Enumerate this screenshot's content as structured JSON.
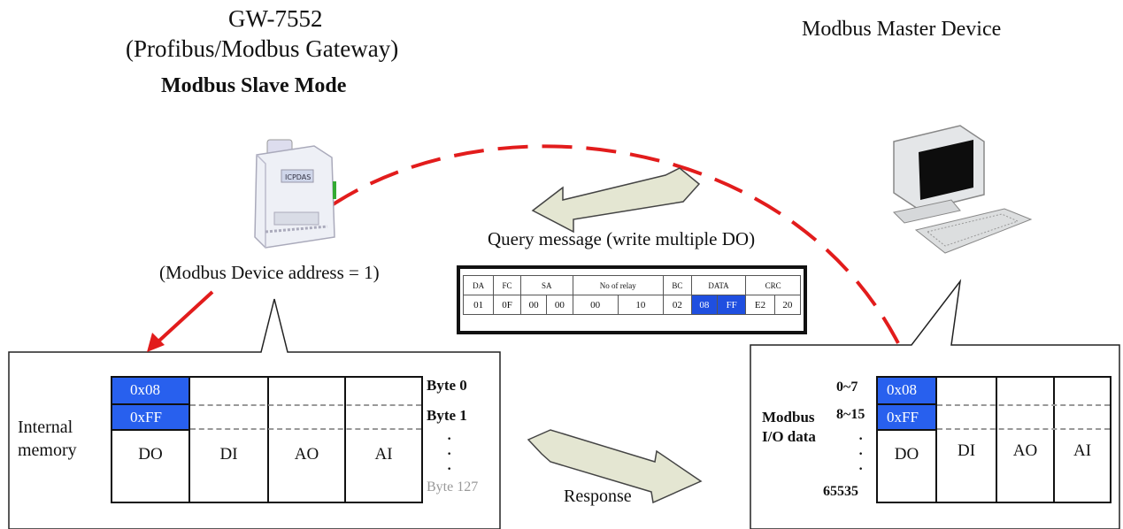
{
  "gateway": {
    "model": "GW-7552",
    "subtitle": "(Profibus/Modbus Gateway)",
    "mode": "Modbus Slave Mode",
    "address_note": "(Modbus Device address = 1)"
  },
  "master": {
    "title": "Modbus Master Device"
  },
  "query": {
    "label": "Query message (write multiple DO)",
    "headers": [
      "DA",
      "FC",
      "SA",
      "No of relay",
      "BC",
      "DATA",
      "CRC"
    ],
    "values": [
      "01",
      "0F",
      "00",
      "00",
      "00",
      "10",
      "02",
      "08",
      "FF",
      "E2",
      "20"
    ],
    "highlight_color": "#1f4fe0"
  },
  "response": {
    "label": "Response"
  },
  "slave_memory": {
    "label_line1": "Internal",
    "label_line2": "memory",
    "do_values": [
      "0x08",
      "0xFF"
    ],
    "columns": [
      "DO",
      "DI",
      "AO",
      "AI"
    ],
    "byte_labels": [
      "Byte 0",
      "Byte 1",
      "Byte 127"
    ]
  },
  "master_memory": {
    "label_line1": "Modbus",
    "label_line2": "I/O data",
    "do_values": [
      "0x08",
      "0xFF"
    ],
    "columns": [
      "DO",
      "DI",
      "AO",
      "AI"
    ],
    "bit_labels": [
      "0~7",
      "8~15",
      "65535"
    ]
  },
  "colors": {
    "dash_arc": "#e21c1c",
    "arrow_fill": "#e4e6d2",
    "blue_cell": "#2860ee"
  }
}
